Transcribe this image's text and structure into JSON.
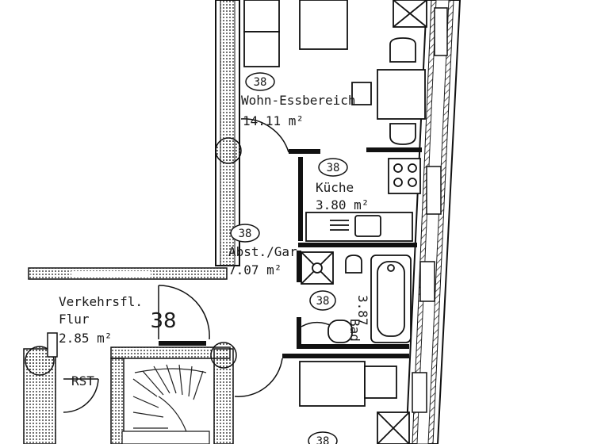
{
  "rooms": {
    "wohn": {
      "number": "38",
      "name": "Wohn-Essbereich",
      "area": "14.11 m²"
    },
    "kueche": {
      "number": "38",
      "name": "Küche",
      "area": "3.80 m²"
    },
    "abst": {
      "number": "38",
      "name": "Abst./Gar",
      "area": "7.07 m²"
    },
    "bad": {
      "number": "38",
      "name": "Bad",
      "area": "3.87"
    },
    "flur": {
      "name_line1": "Verkehrsfl.",
      "name_line2": "Flur",
      "area": "2.85 m²",
      "number": "38"
    },
    "rst": {
      "name": "RST"
    },
    "bottom": {
      "number": "38"
    }
  }
}
